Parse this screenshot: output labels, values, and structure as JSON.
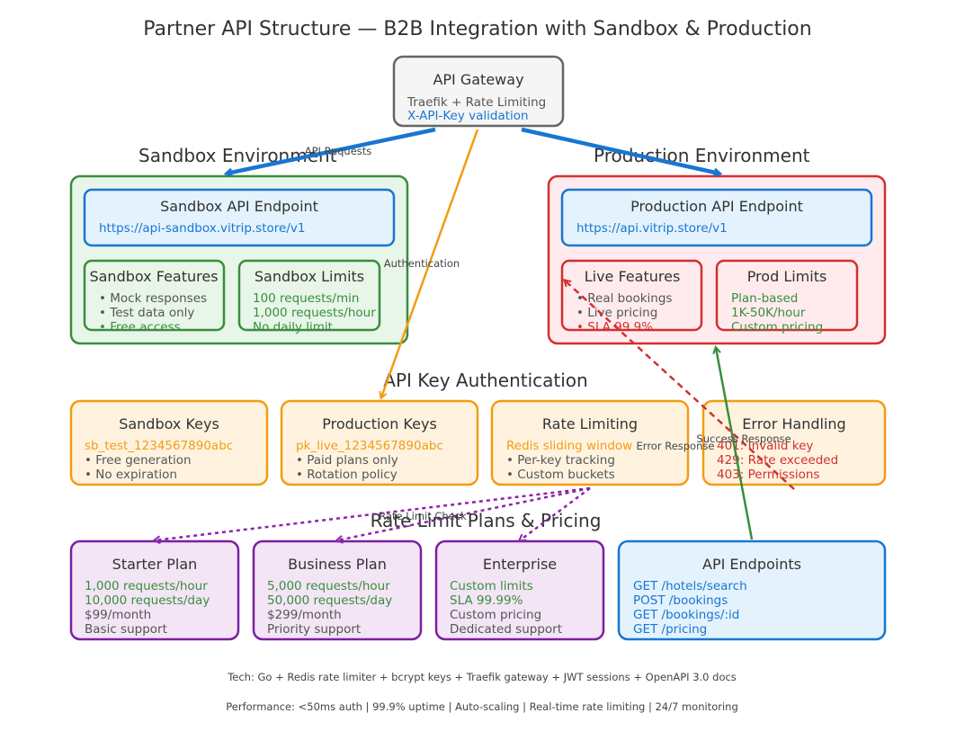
{
  "title": "Partner API Structure — B2B Integration with Sandbox & Production",
  "gateway": {
    "title": "API Gateway",
    "line1": "Traefik + Rate Limiting",
    "line2": "X-API-Key validation"
  },
  "sections": {
    "sandbox": "Sandbox Environment",
    "production": "Production Environment",
    "auth": "API Key Authentication",
    "plans": "Rate Limit Plans & Pricing"
  },
  "sandbox": {
    "endpoint_title": "Sandbox API Endpoint",
    "endpoint_url": "https://api-sandbox.vitrip.store/v1",
    "features": {
      "title": "Sandbox Features",
      "items": [
        "• Mock responses",
        "• Test data only",
        "• Free access"
      ]
    },
    "limits": {
      "title": "Sandbox Limits",
      "items": [
        "100 requests/min",
        "1,000 requests/hour",
        "No daily limit"
      ]
    }
  },
  "production": {
    "endpoint_title": "Production API Endpoint",
    "endpoint_url": "https://api.vitrip.store/v1",
    "features": {
      "title": "Live Features",
      "items": [
        "• Real bookings",
        "• Live pricing",
        "• SLA 99.9%"
      ]
    },
    "limits": {
      "title": "Prod Limits",
      "items": [
        "Plan-based",
        "1K-50K/hour",
        "Custom pricing"
      ]
    }
  },
  "auth": {
    "sandbox_keys": {
      "title": "Sandbox Keys",
      "key": "sb_test_1234567890abc",
      "items": [
        "• Free generation",
        "• No expiration"
      ]
    },
    "production_keys": {
      "title": "Production Keys",
      "key": "pk_live_1234567890abc",
      "items": [
        "• Paid plans only",
        "• Rotation policy"
      ]
    },
    "rate_limiting": {
      "title": "Rate Limiting",
      "key": "Redis sliding window",
      "items": [
        "• Per-key tracking",
        "• Custom buckets"
      ]
    },
    "error_handling": {
      "title": "Error Handling",
      "items": [
        "401: Invalid key",
        "429: Rate exceeded",
        "403: Permissions"
      ]
    }
  },
  "plans": {
    "starter": {
      "title": "Starter Plan",
      "items": [
        "1,000 requests/hour",
        "10,000 requests/day",
        "$99/month",
        "Basic support"
      ]
    },
    "business": {
      "title": "Business Plan",
      "items": [
        "5,000 requests/hour",
        "50,000 requests/day",
        "$299/month",
        "Priority support"
      ]
    },
    "enterprise": {
      "title": "Enterprise",
      "items": [
        "Custom limits",
        "SLA 99.99%",
        "Custom pricing",
        "Dedicated support"
      ]
    },
    "endpoints": {
      "title": "API Endpoints",
      "items": [
        "GET /hotels/search",
        "POST /bookings",
        "GET /bookings/:id",
        "GET /pricing"
      ]
    }
  },
  "edge_labels": {
    "api_requests": "API Requests",
    "authentication": "Authentication",
    "success_response": "Success Response",
    "error_response": "Error Response",
    "rate_limit_check": "Rate Limit Check"
  },
  "footer": {
    "tech": "Tech: Go + Redis rate limiter + bcrypt keys + Traefik gateway + JWT sessions + OpenAPI 3.0 docs",
    "performance": "Performance: <50ms auth | 99.9% uptime | Auto-scaling | Real-time rate limiting | 24/7 monitoring"
  },
  "colors": {
    "green": "#388e3c",
    "red": "#d32f2f",
    "blue": "#1976d2",
    "orange": "#f39c12",
    "purple": "#7b1fa2",
    "gray": "#666666"
  }
}
